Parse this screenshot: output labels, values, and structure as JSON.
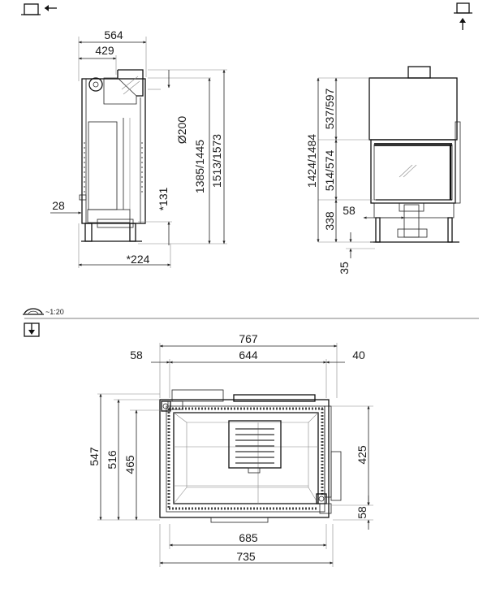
{
  "scale_note": "~1:20",
  "side_view": {
    "dims": {
      "w564": "564",
      "w429": "429",
      "d200": "Ø200",
      "h1385": "1385/1445",
      "h1513": "1513/1573",
      "d131": "*131",
      "d28": "28",
      "d224": "*224"
    }
  },
  "front_view": {
    "dims": {
      "h1424": "1424/1484",
      "h537": "537/597",
      "h514": "514/574",
      "h338": "338",
      "w58": "58",
      "h35": "35"
    }
  },
  "plan_view": {
    "dims": {
      "w767": "767",
      "w644": "644",
      "w58": "58",
      "w40": "40",
      "h547": "547",
      "h516": "516",
      "h465": "465",
      "h425": "425",
      "h58": "58",
      "w685": "685",
      "w735": "735"
    }
  }
}
